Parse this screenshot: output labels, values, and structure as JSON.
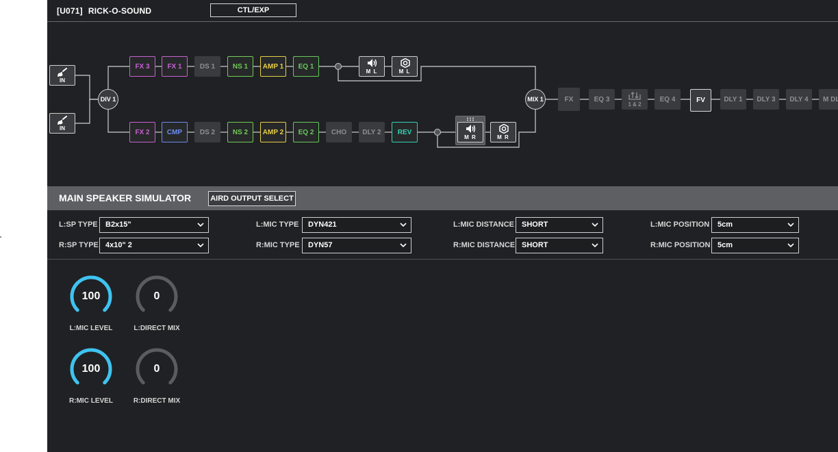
{
  "header": {
    "patch_id": "[U071]",
    "patch_name": "RICK-O-SOUND",
    "ctl_exp_label": "CTL/EXP"
  },
  "colors": {
    "fx": "#c661d4",
    "cmp": "#6e8cf0",
    "ns": "#6fcd56",
    "amp": "#e6cf4a",
    "eq": "#66c95c",
    "rev": "#2fd3b6",
    "knob_active": "#3ec3f0",
    "knob_inactive": "#5b5c60",
    "off_block": "#3a3b3e"
  },
  "chain": {
    "inputs": [
      {
        "label": "IN",
        "icon": "guitar-icon"
      },
      {
        "label": "IN",
        "icon": "guitar-icon"
      }
    ],
    "divider": "DIV 1",
    "mixer": "MIX 1",
    "top_row": [
      {
        "label": "FX 3",
        "state": "on",
        "color": "fx"
      },
      {
        "label": "FX 1",
        "state": "on",
        "color": "fx"
      },
      {
        "label": "DS 1",
        "state": "off"
      },
      {
        "label": "NS 1",
        "state": "on",
        "color": "ns"
      },
      {
        "label": "AMP 1",
        "state": "on",
        "color": "amp"
      },
      {
        "label": "EQ 1",
        "state": "on",
        "color": "eq"
      }
    ],
    "bottom_row": [
      {
        "label": "FX 2",
        "state": "on",
        "color": "fx"
      },
      {
        "label": "CMP",
        "state": "on",
        "color": "cmp"
      },
      {
        "label": "DS 2",
        "state": "off"
      },
      {
        "label": "NS 2",
        "state": "on",
        "color": "ns"
      },
      {
        "label": "AMP 2",
        "state": "on",
        "color": "amp"
      },
      {
        "label": "EQ 2",
        "state": "on",
        "color": "eq"
      },
      {
        "label": "CHO",
        "state": "off"
      },
      {
        "label": "DLY 2",
        "state": "off"
      },
      {
        "label": "REV",
        "state": "on",
        "color": "rev"
      }
    ],
    "speakers_top": [
      {
        "label": "M L",
        "icon": "speaker-icon"
      },
      {
        "label": "M L",
        "icon": "mic-hex-icon"
      }
    ],
    "speakers_bottom": [
      {
        "label": "M R",
        "icon": "speaker-icon"
      },
      {
        "label": "M R",
        "icon": "mic-hex-icon"
      }
    ],
    "post_row": [
      {
        "label": "FX",
        "state": "off"
      },
      {
        "label": "EQ 3",
        "state": "off"
      },
      {
        "label": "1 & 2",
        "state": "off",
        "icon": "send-return-icon"
      },
      {
        "label": "EQ 4",
        "state": "off"
      },
      {
        "label": "FV",
        "state": "on"
      },
      {
        "label": "DLY 1",
        "state": "off"
      },
      {
        "label": "DLY 3",
        "state": "off"
      },
      {
        "label": "DLY 4",
        "state": "off"
      },
      {
        "label": "M DLY",
        "state": "off"
      }
    ]
  },
  "section": {
    "title": "MAIN SPEAKER SIMULATOR",
    "aird_output_label": "AIRD OUTPUT SELECT"
  },
  "params": {
    "l_sp_type": {
      "label": "L:SP TYPE",
      "value": "B2x15\""
    },
    "r_sp_type": {
      "label": "R:SP TYPE",
      "value": "4x10\" 2"
    },
    "l_mic_type": {
      "label": "L:MIC TYPE",
      "value": "DYN421"
    },
    "r_mic_type": {
      "label": "R:MIC TYPE",
      "value": "DYN57"
    },
    "l_mic_distance": {
      "label": "L:MIC DISTANCE",
      "value": "SHORT"
    },
    "r_mic_distance": {
      "label": "R:MIC DISTANCE",
      "value": "SHORT"
    },
    "l_mic_position": {
      "label": "L:MIC POSITION",
      "value": "5cm"
    },
    "r_mic_position": {
      "label": "R:MIC POSITION",
      "value": "5cm"
    }
  },
  "knobs": [
    {
      "label": "L:MIC LEVEL",
      "value": "100",
      "fraction": 1.0
    },
    {
      "label": "L:DIRECT MIX",
      "value": "0",
      "fraction": 0.0
    },
    {
      "label": "R:MIC LEVEL",
      "value": "100",
      "fraction": 1.0
    },
    {
      "label": "R:DIRECT MIX",
      "value": "0",
      "fraction": 0.0
    }
  ]
}
